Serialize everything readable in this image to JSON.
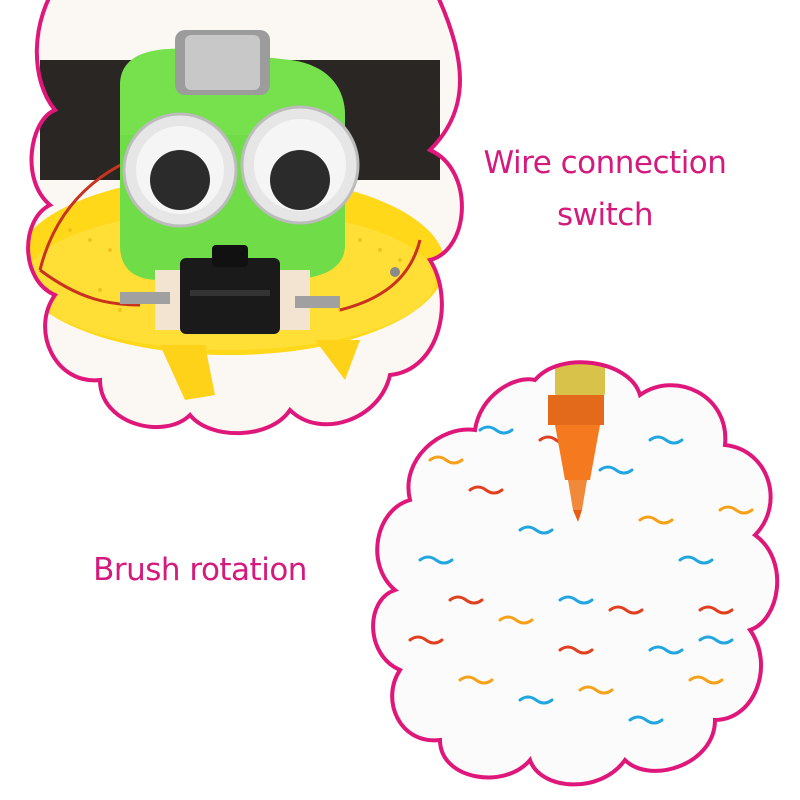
{
  "captions": {
    "wire_line1": "Wire connection",
    "wire_line2": "switch",
    "brush": "Brush rotation"
  },
  "colors": {
    "caption": "#d41a7c",
    "frame_stroke": "#e0177a",
    "yellow_disc": "#ffd81a",
    "green_foam": "#6fdc48",
    "switch_black": "#1a1a1a",
    "wire_red": "#c8321e",
    "marker_orange": "#f57a1f",
    "string_yellow": "#d8c24a",
    "dot_blue": "#22a6e0",
    "dot_orange": "#f5a21a",
    "dot_red": "#e0401f"
  },
  "icons": {
    "robot_photo": "robot-photo",
    "drawing_photo": "drawing-photo"
  }
}
